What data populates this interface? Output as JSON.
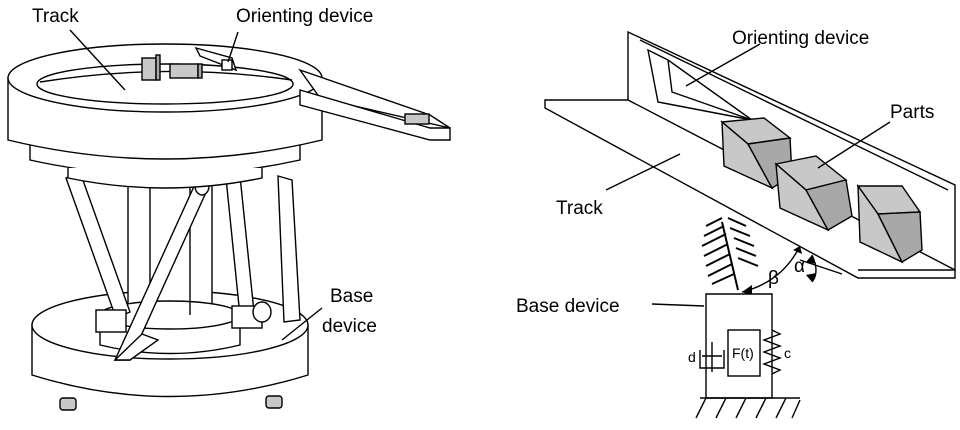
{
  "left_figure": {
    "labels": {
      "track": "Track",
      "orienting": "Orienting device",
      "base_line1": "Base",
      "base_line2": "device"
    }
  },
  "right_figure": {
    "labels": {
      "orienting": "Orienting device",
      "parts": "Parts",
      "track": "Track",
      "base": "Base device",
      "beta": "β",
      "alpha": "α",
      "d": "d",
      "force": "F(t)",
      "c": "c"
    }
  }
}
